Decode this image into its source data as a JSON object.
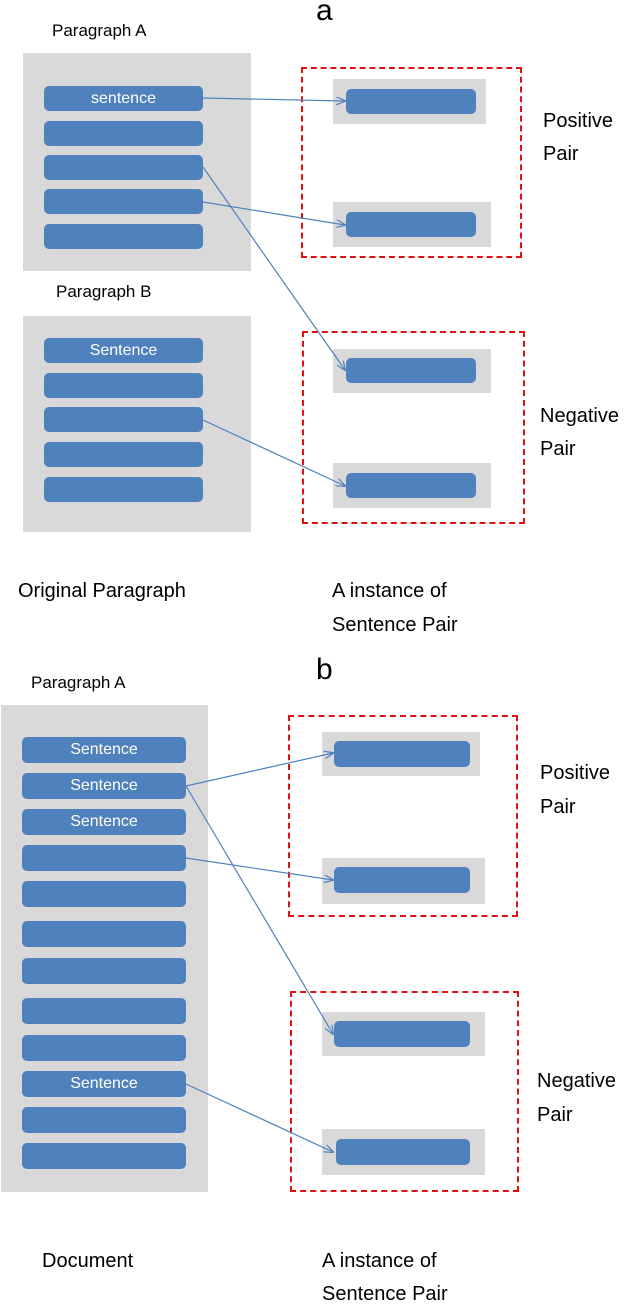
{
  "panel_a": {
    "letter": "a",
    "paragraph_a_title": "Paragraph A",
    "paragraph_b_title": "Paragraph B",
    "paragraph_a_first_sentence": "sentence",
    "paragraph_b_first_sentence": "Sentence",
    "caption_left": "Original Paragraph",
    "caption_right_line1": "A instance of",
    "caption_right_line2": "Sentence Pair",
    "positive_line1": "Positive",
    "positive_line2": "Pair",
    "negative_line1": "Negative",
    "negative_line2": "Pair"
  },
  "panel_b": {
    "letter": "b",
    "paragraph_title": "Paragraph A",
    "sentence_label": "Sentence",
    "caption_left": "Document",
    "caption_right_line1": "A instance of",
    "caption_right_line2": "Sentence Pair",
    "positive_line1": "Positive",
    "positive_line2": "Pair",
    "negative_line1": "Negative",
    "negative_line2": "Pair"
  },
  "colors": {
    "sentence_fill": "#4f81bd",
    "gray_box": "#d9d9d9",
    "pair_border": "#e01010",
    "arrow": "#4f81bd"
  }
}
